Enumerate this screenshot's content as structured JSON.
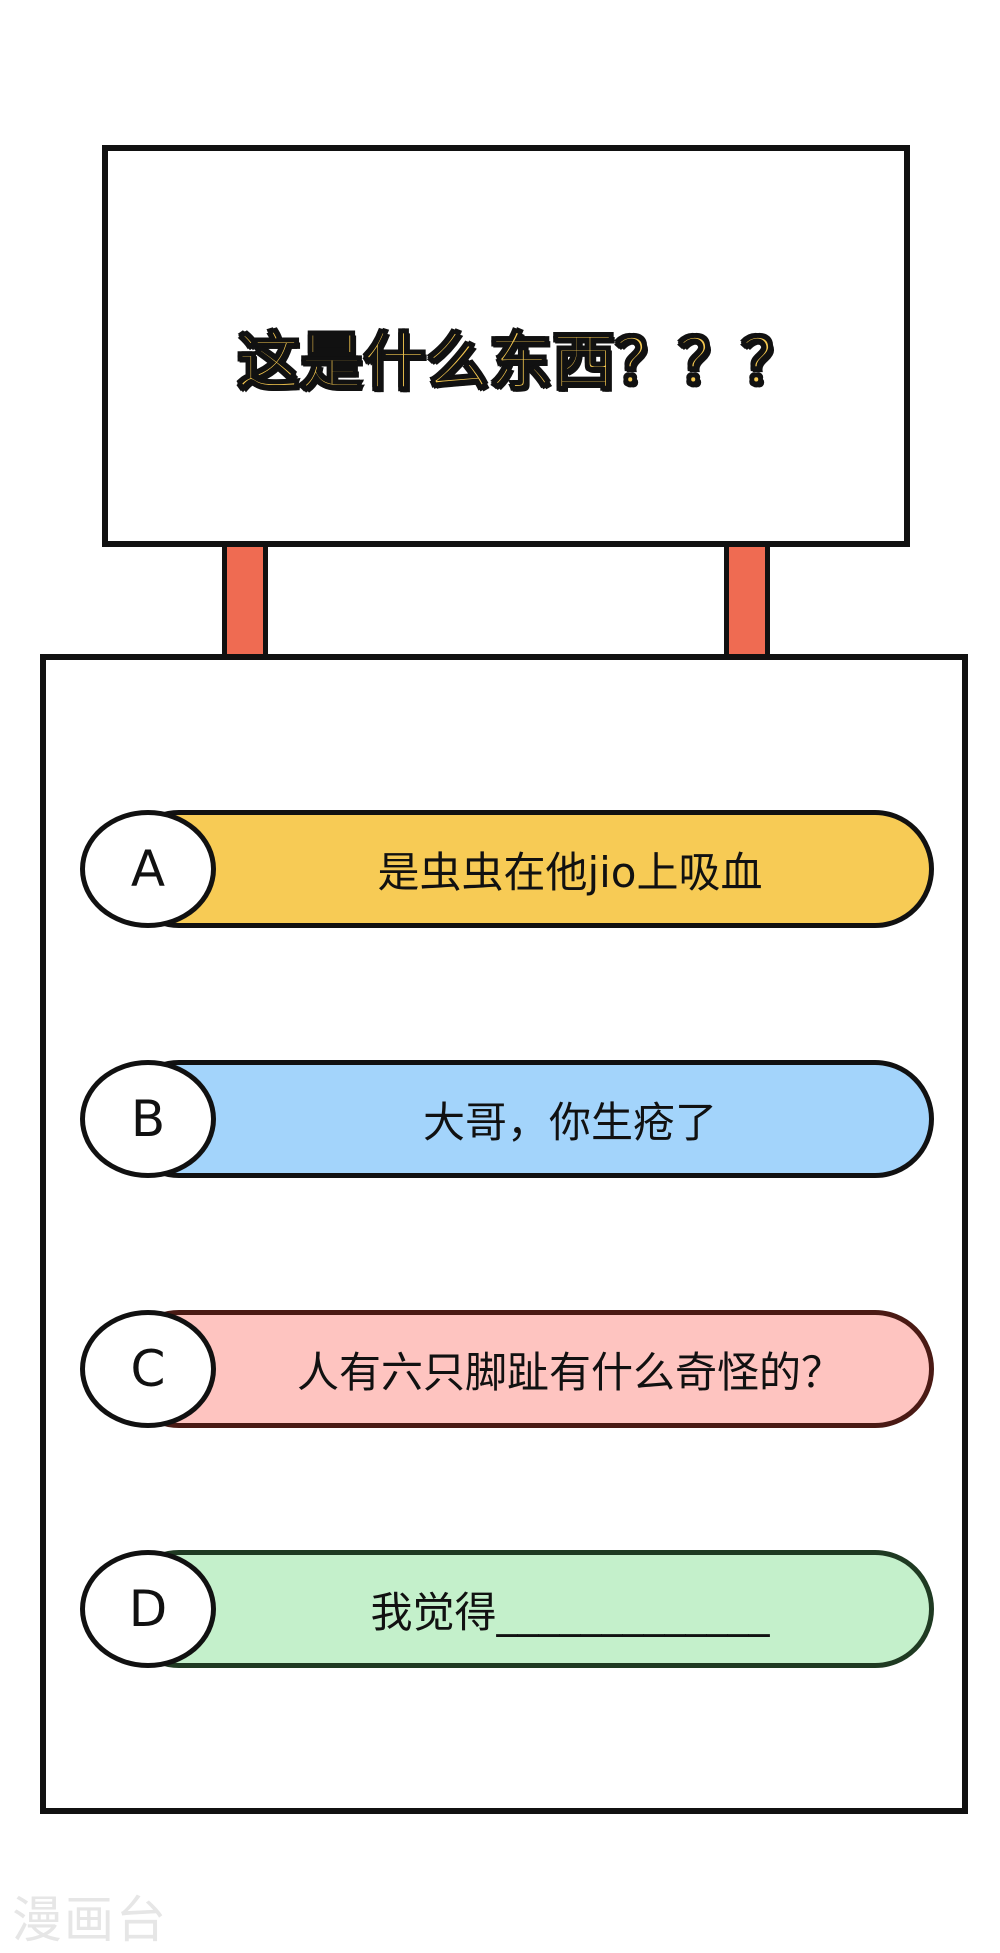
{
  "sign": {
    "title": "这是什么东西？？？",
    "title_color": "#F7C94F",
    "post_color": "#EF6B52"
  },
  "options": [
    {
      "letter": "A",
      "text": "是虫虫在他jio上吸血",
      "color": "#F7CB55"
    },
    {
      "letter": "B",
      "text": "大哥，你生疮了",
      "color": "#A3D4FB"
    },
    {
      "letter": "C",
      "text": "人有六只脚趾有什么奇怪的？",
      "color": "#FEC4C0"
    },
    {
      "letter": "D",
      "text": "我觉得_____________",
      "color": "#C4F0CB"
    }
  ],
  "watermark": "漫画台"
}
